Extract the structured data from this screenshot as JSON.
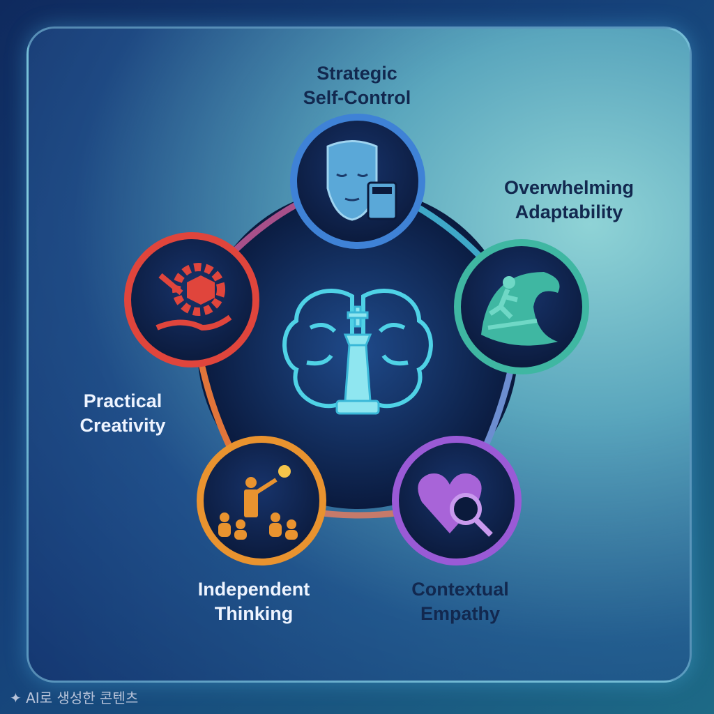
{
  "nodes": [
    {
      "id": "strategic-self-control",
      "label_line1": "Strategic",
      "label_line2": "Self-Control",
      "icon": "mask-calculator-icon",
      "color": "#3f82d6"
    },
    {
      "id": "overwhelming-adaptability",
      "label_line1": "Overwhelming",
      "label_line2": "Adaptability",
      "icon": "surfer-wave-icon",
      "color": "#3fb7a2"
    },
    {
      "id": "contextual-empathy",
      "label_line1": "Contextual",
      "label_line2": "Empathy",
      "icon": "heart-magnifier-icon",
      "color": "#9a5ad6"
    },
    {
      "id": "independent-thinking",
      "label_line1": "Independent",
      "label_line2": "Thinking",
      "icon": "leader-lightbulb-icon",
      "color": "#e9932f"
    },
    {
      "id": "practical-creativity",
      "label_line1": "Practical",
      "label_line2": "Creativity",
      "icon": "hand-gear-box-icon",
      "color": "#e0453c"
    }
  ],
  "center": {
    "icon": "brain-chess-king-icon",
    "color": "#4fd2e6"
  },
  "watermark": "AI로 생성한 콘텐츠"
}
